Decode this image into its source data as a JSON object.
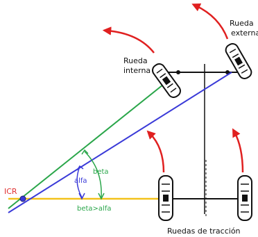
{
  "labels": {
    "outer_wheel_line1": "Rueda",
    "outer_wheel_line2": "externa",
    "inner_wheel_line1": "Rueda",
    "inner_wheel_line2": "interna",
    "icr": "ICR",
    "alfa": "alfa",
    "beta": "beta",
    "comparison": "beta>alfa",
    "traction": "Ruedas de tracción"
  },
  "colors": {
    "blue_line": "#3a3ad8",
    "green_line": "#2aa64a",
    "yellow_line": "#f3c21a",
    "red_arrow": "#e02020",
    "icr_text": "#e03030",
    "frame": "#111111"
  }
}
